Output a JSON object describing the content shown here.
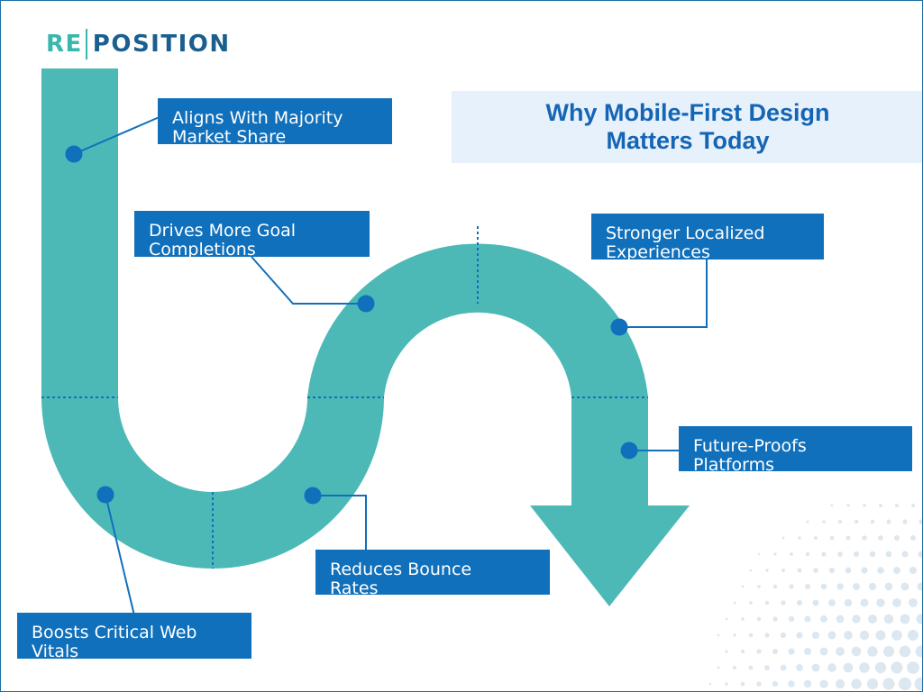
{
  "logo": {
    "part1": "RE",
    "part2": "POSITION"
  },
  "title": {
    "line1": "Why Mobile-First Design",
    "line2": "Matters Today"
  },
  "labels": [
    {
      "line1": "Aligns With Majority",
      "line2": "Market Share"
    },
    {
      "line1": "Drives More Goal",
      "line2": "Completions"
    },
    {
      "line1": "Stronger Localized",
      "line2": "Experiences"
    },
    {
      "line1": "Future-Proofs",
      "line2": "Platforms"
    },
    {
      "line1": "Reduces Bounce",
      "line2": "Rates"
    },
    {
      "line1": "Boosts Critical Web",
      "line2": "Vitals"
    }
  ],
  "colors": {
    "path": "#4cb9b7",
    "marker": "#1170bb",
    "label_bg": "#1170bb",
    "title_bg": "#e6f1fb",
    "title_text": "#1565b5",
    "logo_teal": "#37b7ad",
    "logo_navy": "#1a5f8f"
  }
}
